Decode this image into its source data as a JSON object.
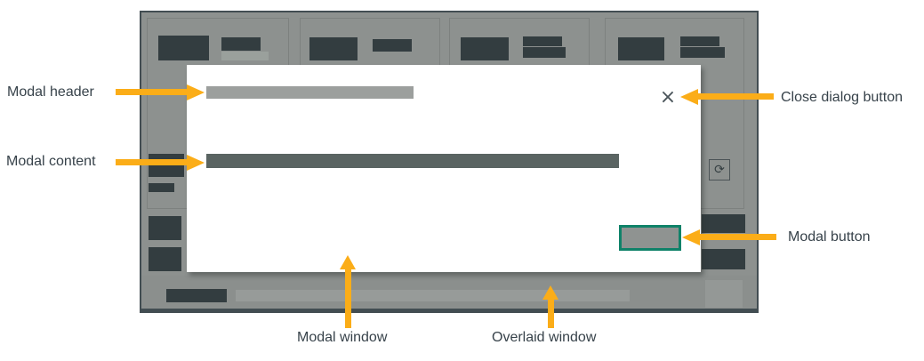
{
  "annotations": {
    "modal_header": "Modal header",
    "modal_content": "Modal content",
    "close_dialog": "Close dialog button",
    "modal_button": "Modal button",
    "modal_window": "Modal window",
    "overlaid_window": "Overlaid window"
  },
  "modal": {
    "close_icon": "×"
  },
  "overlay_window": {
    "refresh_icon": "⟳"
  },
  "colors": {
    "arrow": "#FBAD18",
    "label-text": "#37424A",
    "window-fill": "#8D918F",
    "window-border": "#424D52",
    "panel-outline": "#7D817F",
    "block-dark": "#333D40",
    "block-light": "#9AA09C",
    "footer-bar-light": "#979B99",
    "modal-bg": "#FFFFFF",
    "modal-header-bar": "#9C9F9D",
    "modal-content-bar": "#5A6462",
    "close-icon-color": "#4A545A",
    "button-fill": "#8F9391",
    "button-border": "#0F8269"
  }
}
